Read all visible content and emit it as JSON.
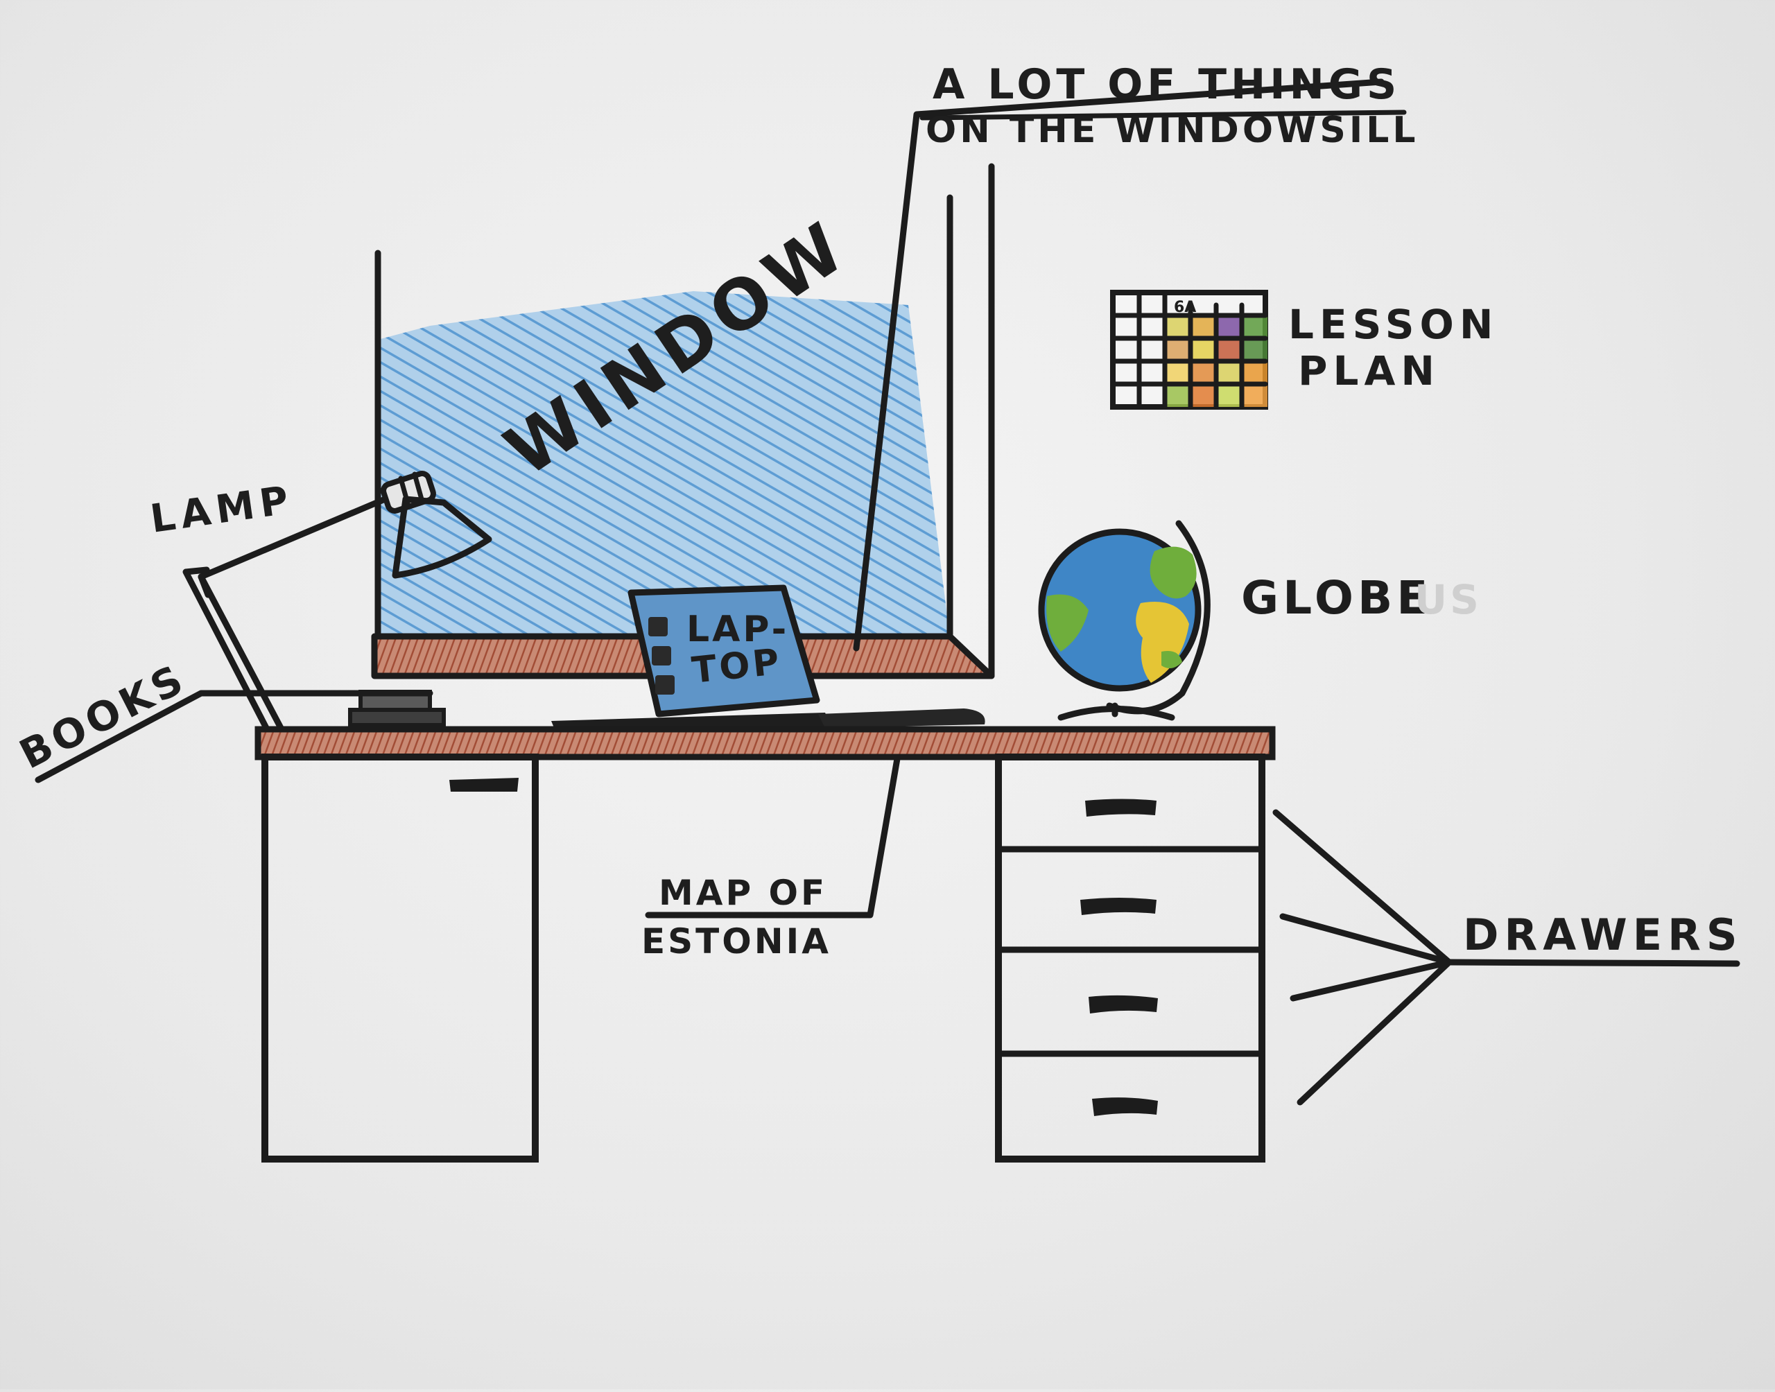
{
  "labels": {
    "window": "WINDOW",
    "windowsill_line1": "A LOT OF THINGS",
    "windowsill_line2": "ON THE WINDOWSILL",
    "lesson_plan_line1": "LESSON",
    "lesson_plan_line2": "PLAN",
    "lamp": "LAMP",
    "laptop_line1": "LAP-",
    "laptop_line2": "TOP",
    "globe": "GLOBE",
    "globe_erased": "US",
    "books": "BOOKS",
    "map_line1": "MAP OF",
    "map_line2": "ESTONIA",
    "drawers": "DRAWERS",
    "schedule_header": "6A"
  },
  "colors": {
    "ink": "#1c1c1c",
    "window_glass": "#6aa8d8",
    "wood": "#a85a45",
    "globe_ocean": "#3f86c6",
    "globe_land_green": "#6fae3c",
    "globe_land_yellow": "#e5c535",
    "laptop_screen": "#5f95c8",
    "book_dark": "#4a4a4a"
  },
  "lesson_plan_cells": [
    "#d8cf5a",
    "#e0a83c",
    "#7a4fa0",
    "#5a9a3c",
    "#d9a15a",
    "#e3cf4a",
    "#c45a3a",
    "#4f8a3a",
    "#f0d060",
    "#e08a3a",
    "#d8cf5a",
    "#e8962e",
    "#9ac04a",
    "#e07a30",
    "#c8d858",
    "#f0a040"
  ]
}
